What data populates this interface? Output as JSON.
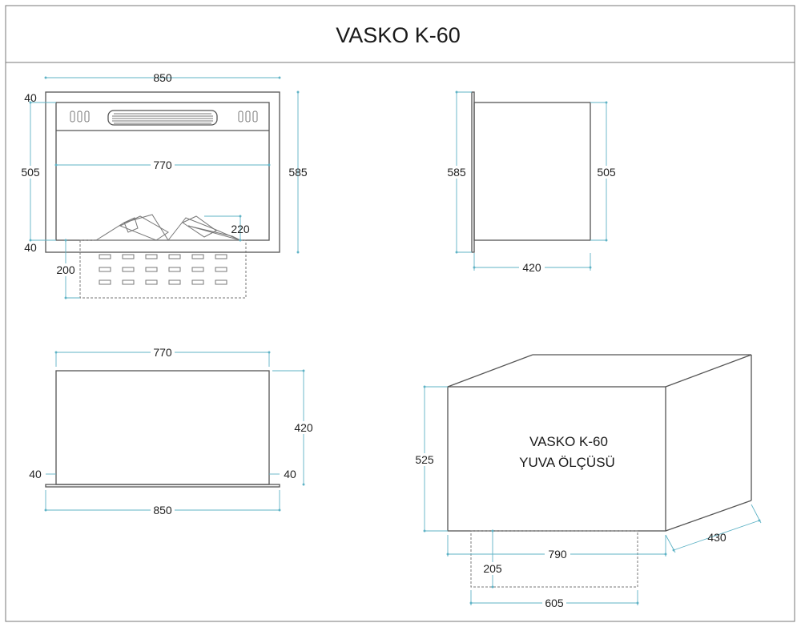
{
  "title": "VASKO  K-60",
  "colors": {
    "dimension_line": "#5fb3c6",
    "outline": "#555555"
  },
  "front_view": {
    "width_total": "850",
    "width_inner": "770",
    "height_total": "585",
    "height_inner": "505",
    "frame_top": "40",
    "frame_bottom": "40",
    "log_height": "220",
    "base_height": "200"
  },
  "side_view": {
    "height_total": "585",
    "height_inner": "505",
    "depth": "420"
  },
  "top_view": {
    "width_inner": "770",
    "width_total": "850",
    "depth": "420",
    "flange_left": "40",
    "flange_right": "40"
  },
  "niche_view": {
    "line1": "VASKO K-60",
    "line2": "YUVA  ÖLÇÜSÜ",
    "height": "525",
    "width": "790",
    "depth": "430",
    "base_height": "205",
    "base_width": "605"
  }
}
